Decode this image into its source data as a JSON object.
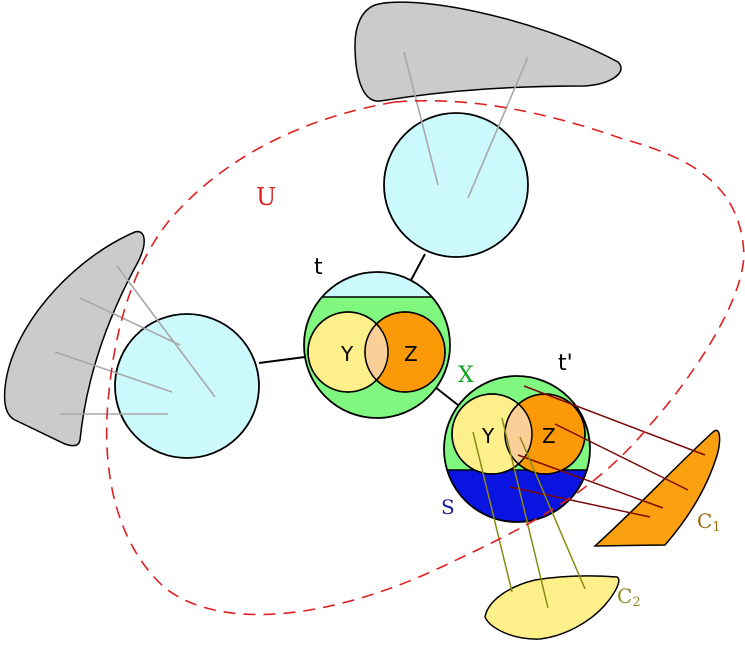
{
  "labels": {
    "u": "U",
    "t": "t",
    "t_prime": "t'",
    "x": "X",
    "s": "S",
    "y_in_t": "Y",
    "z_in_t": "Z",
    "y_in_t_prime": "Y",
    "z_in_t_prime": "Z",
    "c1_letter": "C",
    "c1_subscript": "1",
    "c2_letter": "C",
    "c2_subscript": "2"
  },
  "colors": {
    "background": "#ffffff",
    "node_fill": "#ccf9fb",
    "outline": "#000000",
    "region_u": "#e02020",
    "region_x": "#80f880",
    "region_x_label": "#10a020",
    "region_s": "#0a14e0",
    "region_s_label": "#1a1aa0",
    "set_y": "#fdf08a",
    "set_z": "#fb9a06",
    "set_yz_overlap": "#fbd098",
    "grey_component": "#cbcbcb",
    "grey_edge": "#a8a8a8",
    "c1_fill": "#fba010",
    "c1_edge": "#7a0a0a",
    "c1_label": "#9a6a10",
    "c2_fill": "#fdf08a",
    "c2_edge": "#8a8a10",
    "c2_label": "#8a8a20"
  }
}
